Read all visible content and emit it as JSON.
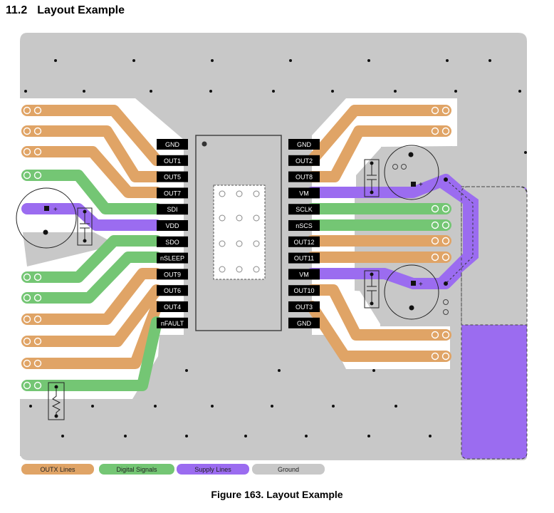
{
  "heading": {
    "number": "11.2",
    "title": "Layout Example"
  },
  "caption": "Figure 163.  Layout Example",
  "colors": {
    "outx": "#e0a466",
    "digital": "#74c674",
    "supply": "#9b6cf0",
    "ground": "#c8c8c8",
    "pin": "#000000"
  },
  "pins_left": [
    "GND",
    "OUT1",
    "OUT5",
    "OUT7",
    "SDI",
    "VDD",
    "SDO",
    "nSLEEP",
    "OUT9",
    "OUT6",
    "OUT4",
    "nFAULT"
  ],
  "pins_right": [
    "GND",
    "OUT2",
    "OUT8",
    "VM",
    "SCLK",
    "nSCS",
    "OUT12",
    "OUT11",
    "VM",
    "OUT10",
    "OUT3",
    "GND"
  ],
  "legend": [
    "OUTX Lines",
    "Digital Signals",
    "Supply Lines",
    "Ground"
  ],
  "symbols": {
    "plus": "+"
  }
}
